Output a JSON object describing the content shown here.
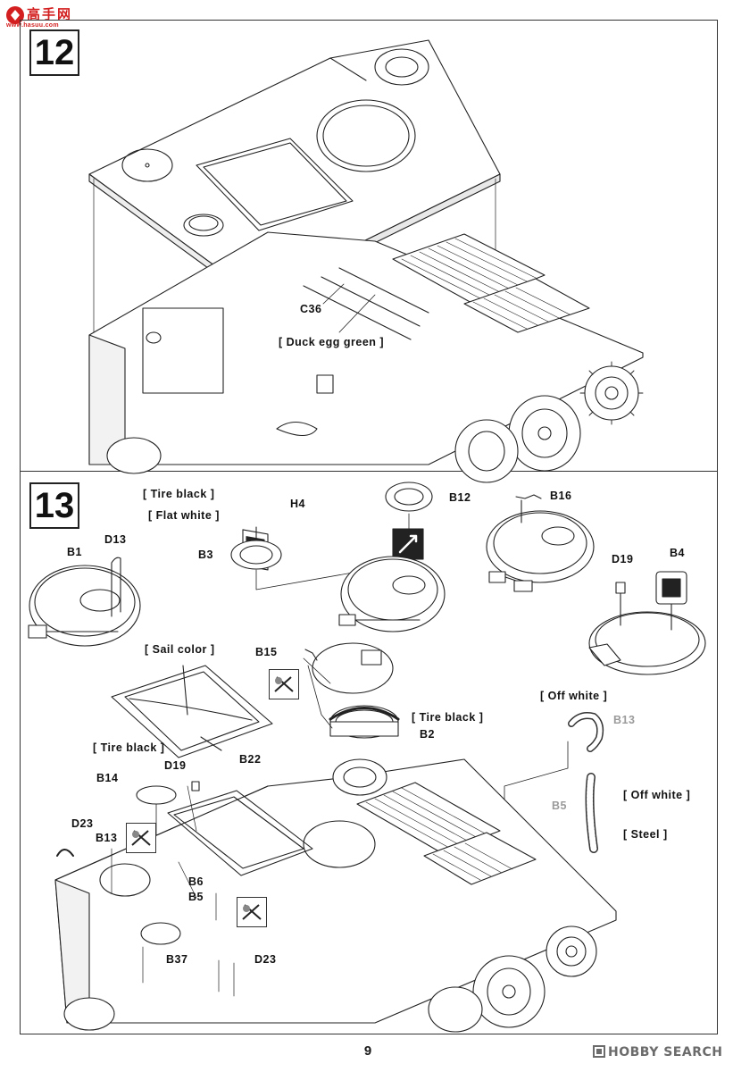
{
  "page_number": "9",
  "header_logo": {
    "title": "高手网",
    "subtitle": "www.hasuu.com"
  },
  "watermark": "HOBBY SEARCH",
  "steps": {
    "step_a": "12",
    "step_b": "13"
  },
  "step12_labels": {
    "c36": "C36",
    "duck_egg": "[ Duck egg green ]"
  },
  "step13_labels": {
    "tire_black_1": "[ Tire black ]",
    "flat_white": "[ Flat white ]",
    "h4": "H4",
    "b3": "B3",
    "b12": "B12",
    "b16": "B16",
    "b1": "B1",
    "d13": "D13",
    "d19_top": "D19",
    "b4": "B4",
    "sail_color": "[ Sail color ]",
    "b15": "B15",
    "tire_black_2": "[ Tire black ]",
    "tire_black_3": "[ Tire black ]",
    "b2": "B2",
    "b22": "B22",
    "off_white_1": "[ Off white ]",
    "b13_gray": "B13",
    "off_white_2": "[ Off white ]",
    "b5_gray": "B5",
    "steel": "[ Steel ]",
    "b14": "B14",
    "d19_bottom": "D19",
    "d23_left": "D23",
    "b13": "B13",
    "b6": "B6",
    "b5": "B5",
    "b37": "B37",
    "d23_bottom": "D23"
  },
  "icons": [
    "cut-icon",
    "glue-icon",
    "tool-icon"
  ]
}
